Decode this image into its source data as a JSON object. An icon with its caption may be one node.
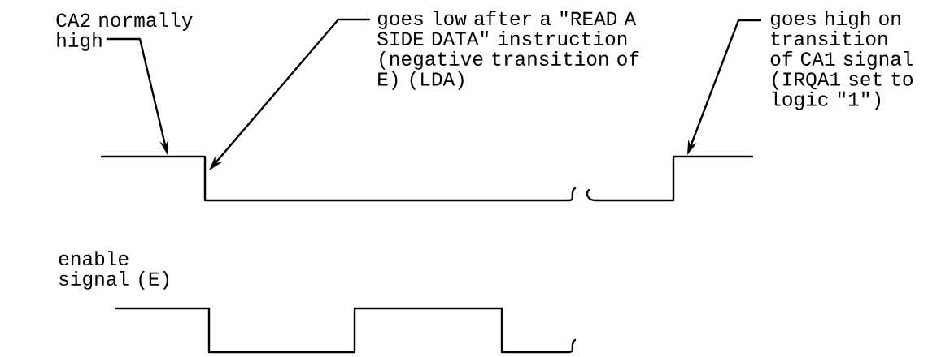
{
  "diagram": {
    "nodes": [
      {
        "text": [
          "CA2 normally high"
        ]
      },
      {
        "text": [
          "goes low after a \"READ A SIDE DATA\" instruction (negative transition of E) (LDA)"
        ]
      },
      {
        "text": [
          "goes high on transition of CA1 signal (IRQA1 set to logic \"1\")"
        ]
      },
      {
        "text": [],
        "shape": "line"
      }
    ],
    "edges": [
      {
        "from": 0,
        "to": 3,
        "arrow": "to"
      },
      {
        "from": 1,
        "to": 3,
        "arrow": "to"
      },
      {
        "from": 2,
        "to": 3,
        "arrow": "to"
      }
    ],
    "labels": [
      "enable signal (E)"
    ]
  }
}
